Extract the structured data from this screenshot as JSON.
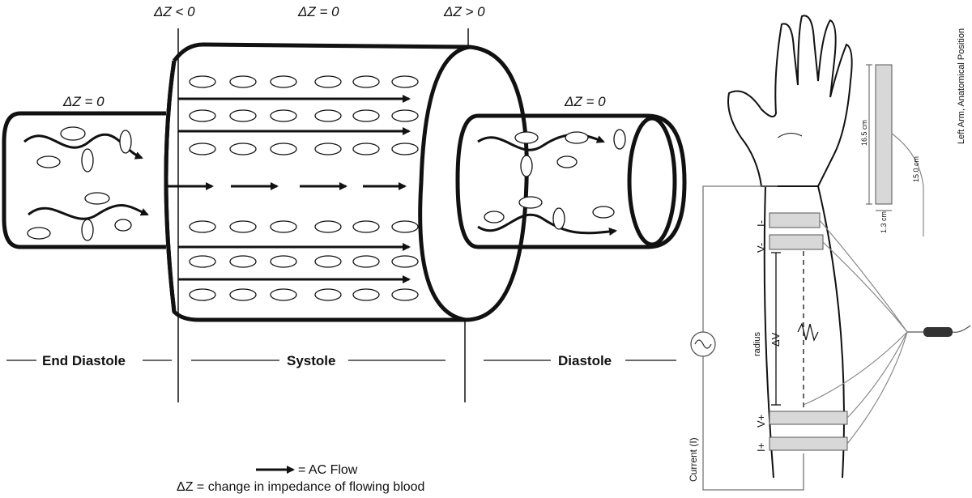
{
  "diagram": {
    "delta_labels": {
      "left_vessel": "ΔZ = 0",
      "systole_start": "ΔZ < 0",
      "systole_mid": "ΔZ = 0",
      "systole_end": "ΔZ > 0",
      "right_vessel": "ΔZ = 0"
    },
    "phases": {
      "end_diastole": "End Diastole",
      "systole": "Systole",
      "diastole": "Diastole"
    },
    "legend": {
      "arrow_label": "= AC Flow",
      "delta_label": "ΔZ = change in impedance of flowing blood"
    },
    "arm": {
      "title": "Left Arm, Anatomical Position",
      "current_label": "Current (I)",
      "i_minus": "I-",
      "v_minus": "V-",
      "v_plus": "V+",
      "i_plus": "I+",
      "radius": "radius",
      "delta_v": "ΔV",
      "electrode_length": "16.5 cm",
      "electrode_width": "1.3 cm",
      "lead_length": "15.0 cm"
    }
  }
}
